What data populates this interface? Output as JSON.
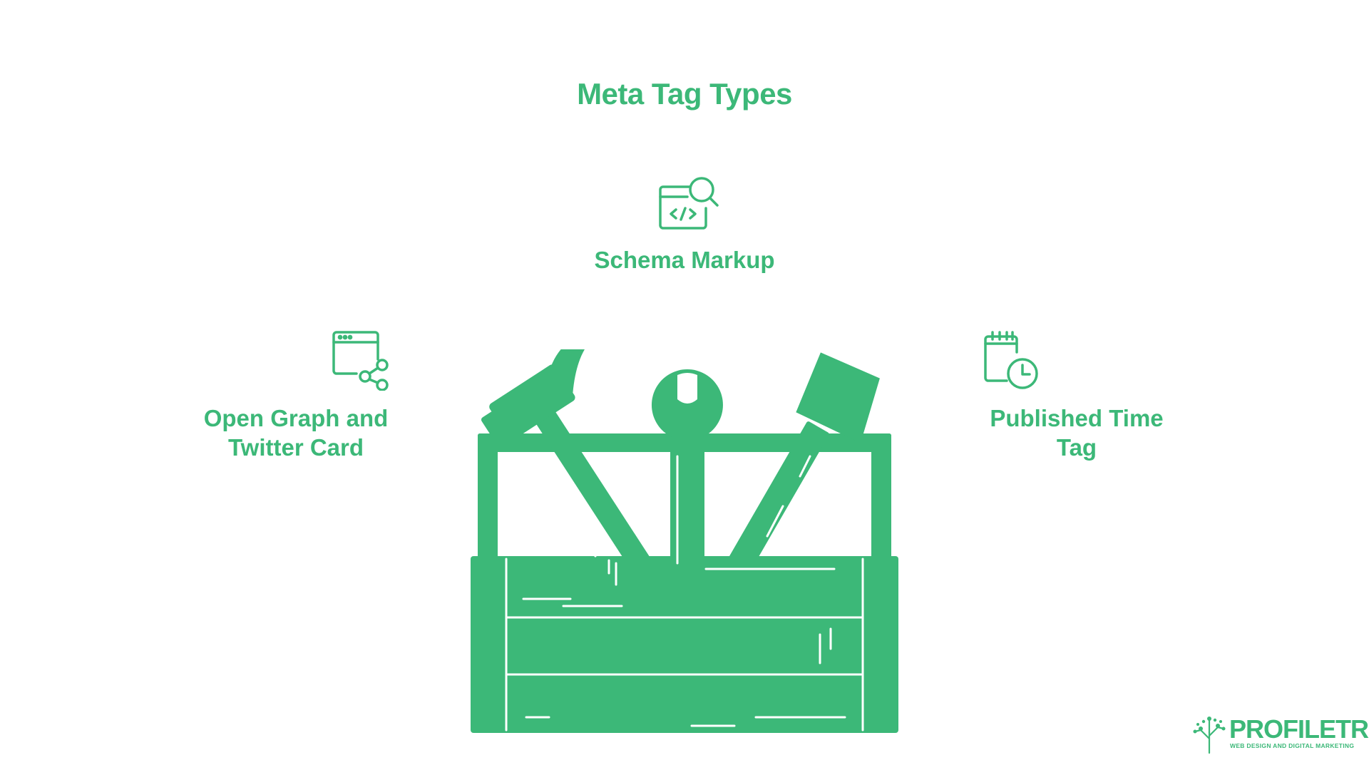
{
  "title": "Meta Tag Types",
  "items": [
    {
      "label": "Schema Markup",
      "icon": "code-search-icon"
    },
    {
      "label": "Open Graph and\nTwitter Card",
      "icon": "browser-share-icon"
    },
    {
      "label": "Published Time\nTag",
      "icon": "calendar-clock-icon"
    }
  ],
  "logo": {
    "name": "PROFILETREE",
    "tagline": "WEB DESIGN AND DIGITAL MARKETING"
  },
  "colors": {
    "accent": "#3cb878",
    "background": "#ffffff"
  }
}
